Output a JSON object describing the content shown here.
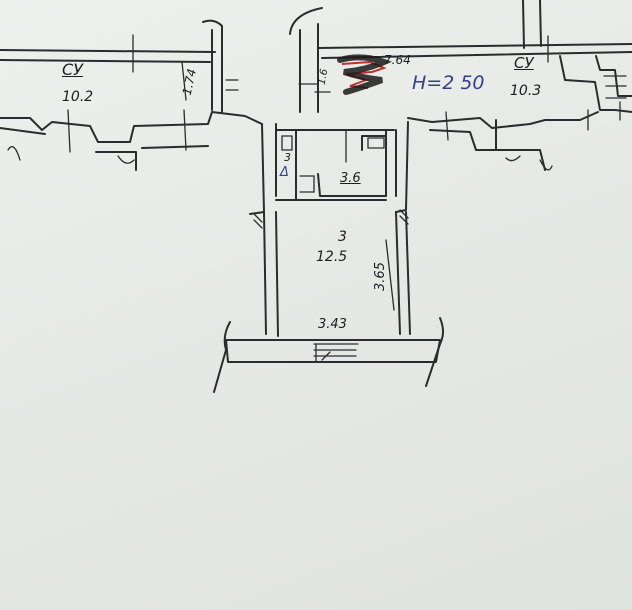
{
  "plan": {
    "labels": {
      "room_left_name": "СУ",
      "room_left_area": "10.2",
      "room_right_name": "СУ",
      "room_right_area": "10.3",
      "top_dimension": "7.64",
      "ceiling_height": "Н=2 50",
      "room_main_number": "3",
      "room_main_area": "12.5",
      "room_main_depth": "3.65",
      "room_main_width": "3.43",
      "room_small_area": "3.6",
      "left_wall_mark": "1.74",
      "corridor_mark": "1.6",
      "bath_mark": "3",
      "bath_symbol": "Δ"
    },
    "colors": {
      "ink": "#2a2c30",
      "blue_ink": "#34418a",
      "red_mark": "#c0302a",
      "paper": "#e9ebe8"
    }
  }
}
